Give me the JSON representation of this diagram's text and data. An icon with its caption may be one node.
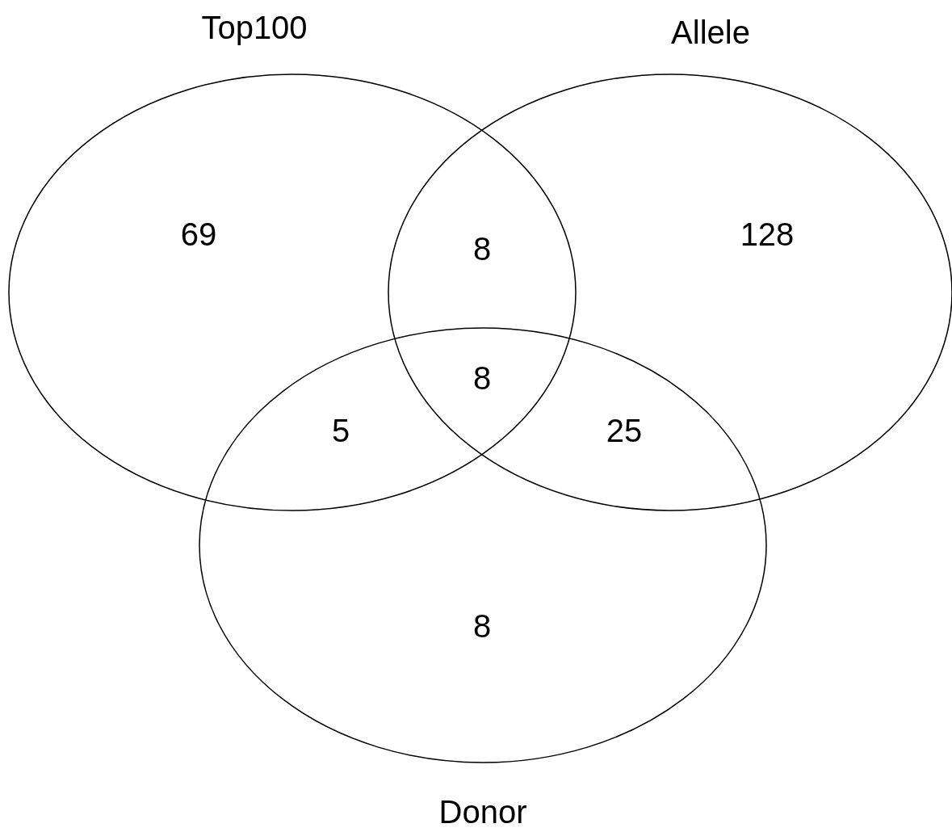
{
  "diagram": {
    "nodes": [
      {
        "text": [
          "Top100"
        ]
      },
      {
        "text": [
          "Allele"
        ]
      },
      {
        "text": [
          "Donor"
        ]
      }
    ],
    "edges": [],
    "labels": [
      "69",
      "128",
      "8",
      "8",
      "5",
      "25",
      "8"
    ]
  }
}
